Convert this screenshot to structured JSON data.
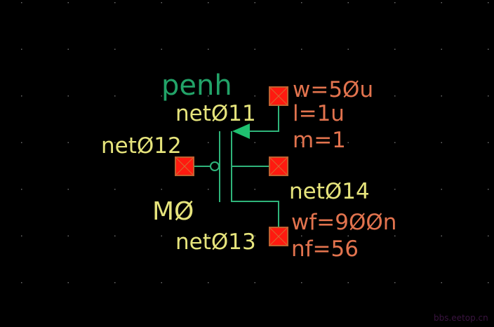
{
  "schematic": {
    "cell_name": "penh",
    "instance_name": "MØ",
    "nets": {
      "drain": "netØ11",
      "gate": "netØ12",
      "source": "netØ13",
      "bulk": "netØ14"
    },
    "params": {
      "w": "w=5Øu",
      "l": "l=1u",
      "m": "m=1",
      "wf": "wf=9ØØn",
      "nf": "nf=56"
    }
  },
  "watermark": "bbs.eetop.cn",
  "colors": {
    "background": "#000000",
    "net_label": "#e6e47c",
    "param_label": "#e2734e",
    "cell_label": "#22a368",
    "wire": "#2fb47a",
    "pin": "#ff1a10"
  }
}
